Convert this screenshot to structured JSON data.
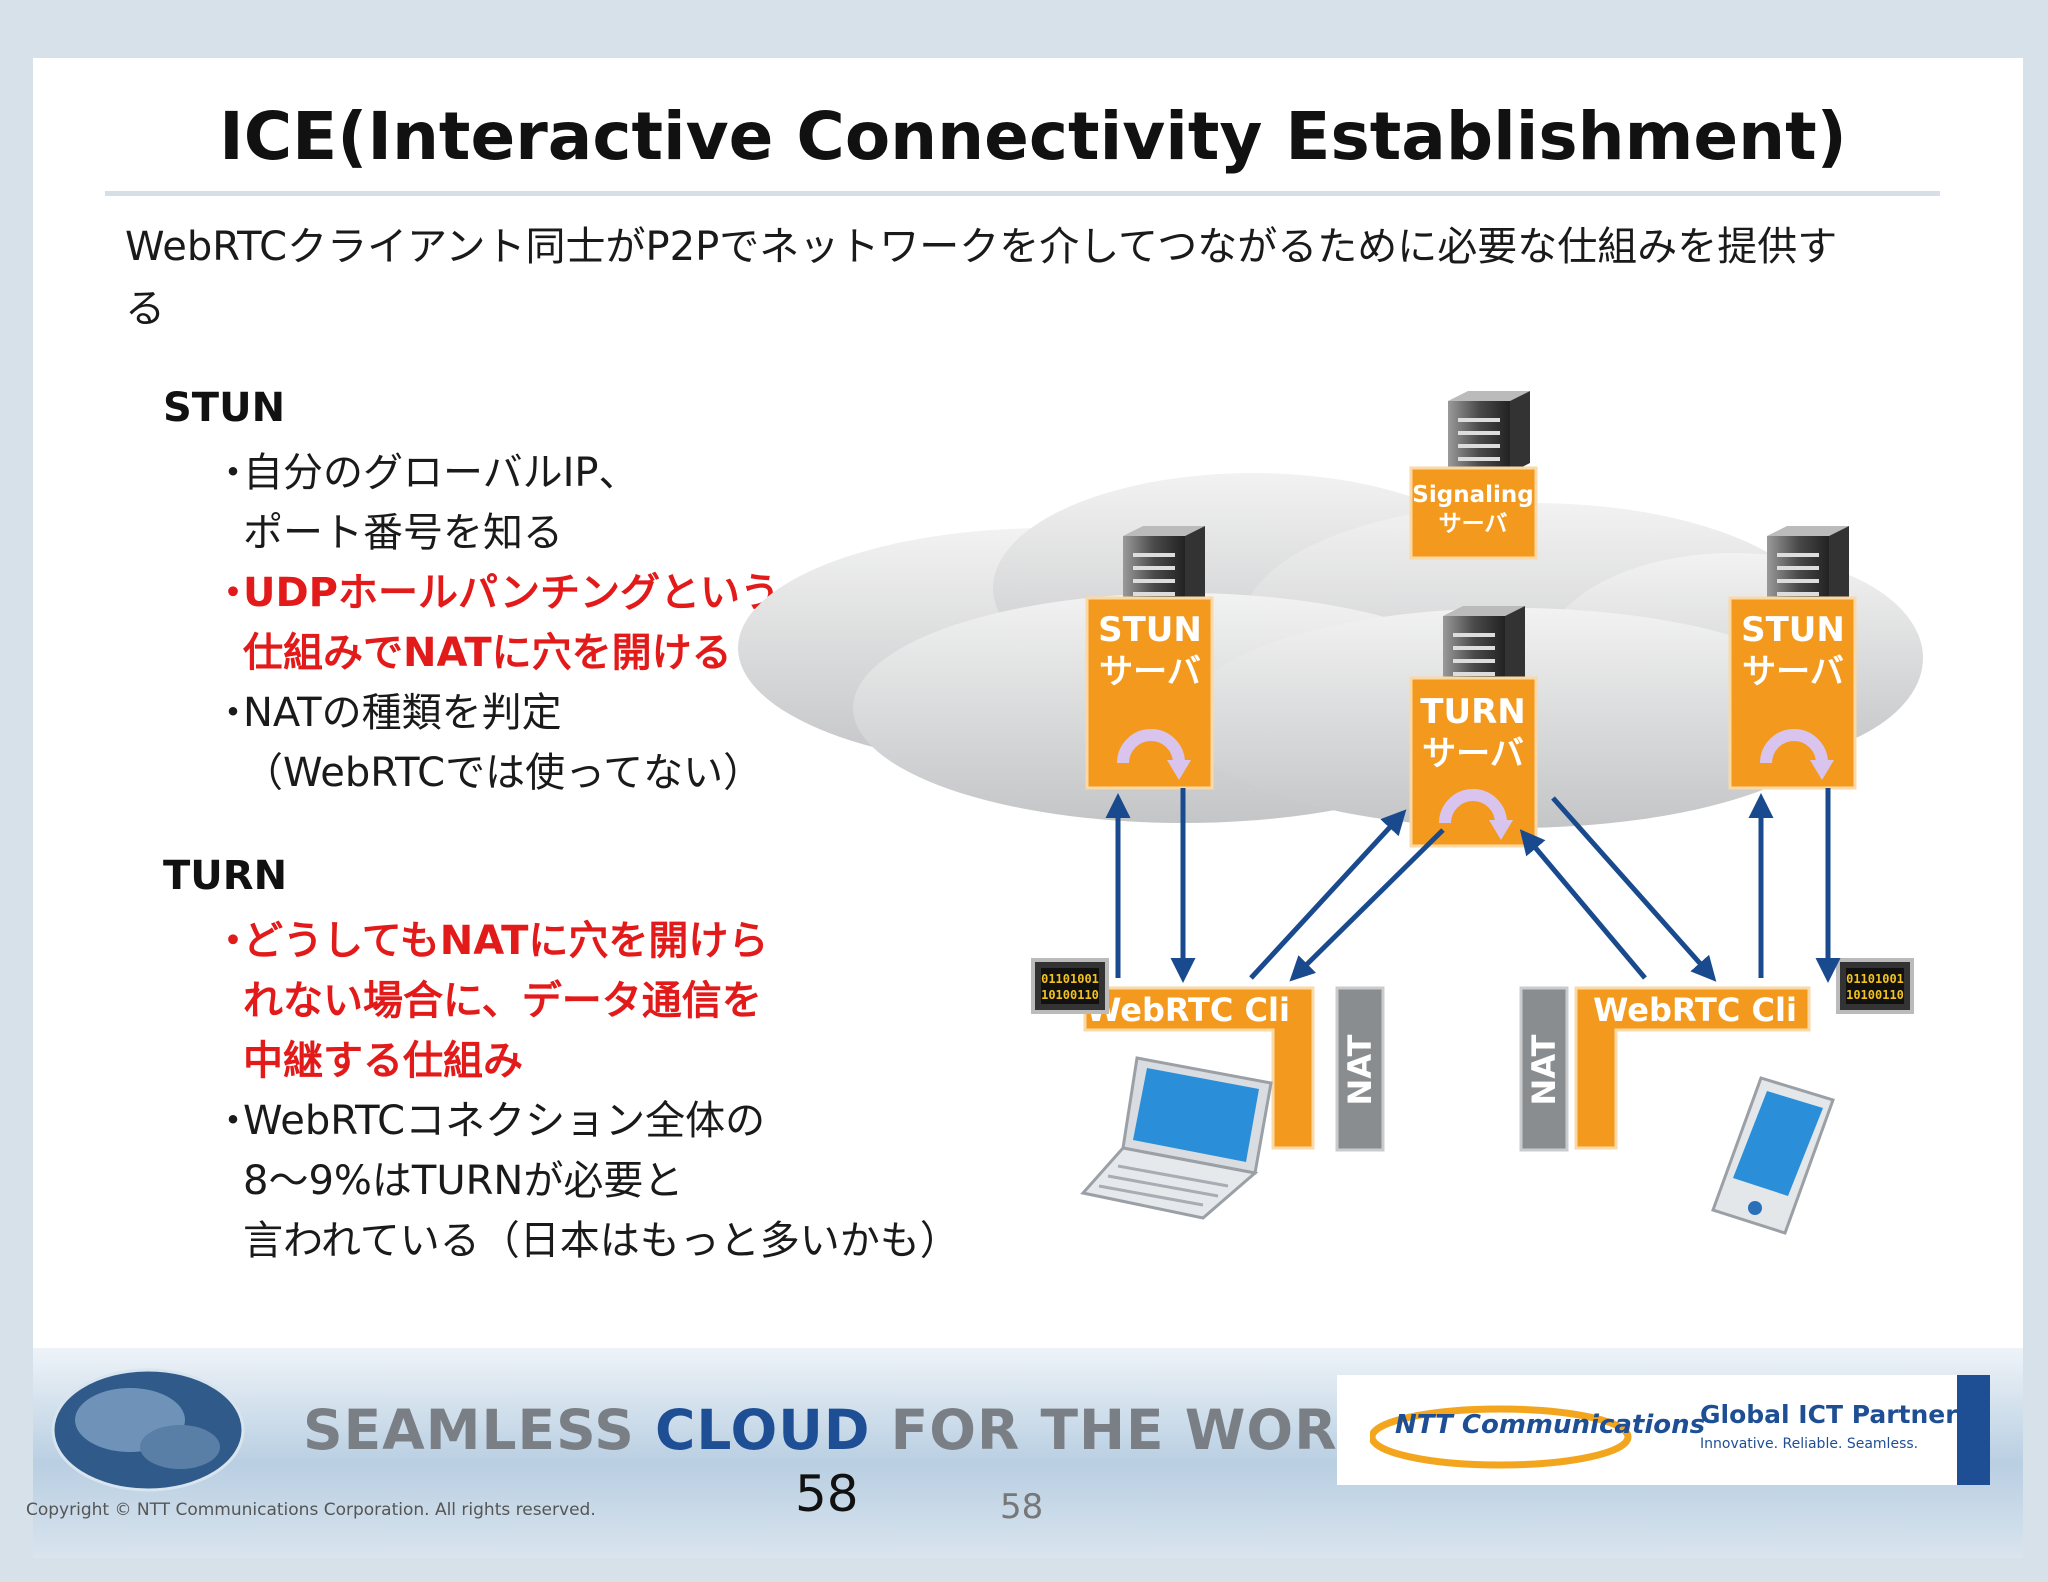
{
  "title": "ICE(Interactive Connectivity Establishment)",
  "lead": {
    "line1": "WebRTCクライアント同士がP2Pでネットワークを介してつながるために必要な仕組みを提供す",
    "line2": "る"
  },
  "stun_section": {
    "heading": "STUN",
    "bullet_marker": "・",
    "items": [
      {
        "lines": [
          "自分のグローバルIP、",
          "ポート番号を知る"
        ],
        "emphasis": false
      },
      {
        "lines": [
          "UDPホールパンチングという",
          "仕組みでNATに穴を開ける"
        ],
        "emphasis": true
      },
      {
        "lines": [
          "NATの種類を判定",
          "（WebRTCでは使ってない）"
        ],
        "emphasis": false
      }
    ]
  },
  "turn_section": {
    "heading": "TURN",
    "bullet_marker": "・",
    "items": [
      {
        "lines": [
          "どうしてもNATに穴を開けら",
          "れない場合に、データ通信を",
          "中継する仕組み"
        ],
        "emphasis": true
      },
      {
        "lines": [
          "WebRTCコネクション全体の",
          "8～9%はTURNが必要と",
          "言われている（日本はもっと多いかも）"
        ],
        "emphasis": false
      }
    ]
  },
  "diagram": {
    "signaling": {
      "line1": "Signaling",
      "line2": "サーバ"
    },
    "stun_left": {
      "line1": "STUN",
      "line2": "サーバ"
    },
    "stun_right": {
      "line1": "STUN",
      "line2": "サーバ"
    },
    "turn": {
      "line1": "TURN",
      "line2": "サーバ"
    },
    "client_left": "WebRTC Cli",
    "client_right": "WebRTC Cli",
    "nat_left": "NAT",
    "nat_right": "NAT",
    "chip_row1": "01101001",
    "chip_row2": "10100110",
    "colors": {
      "orange": "#f39a1e",
      "arrow_blue": "#1a4a8e",
      "nat_gray": "#8a8d90",
      "cloud": "#d9dadb",
      "highlight_red": "#e21a1a"
    }
  },
  "footer": {
    "tagline_part1": "SEAMLESS ",
    "tagline_highlight": "CLOUD",
    "tagline_part2": " FOR THE WORLD",
    "company": "NTT Communications",
    "partner_title": "Global ICT Partner",
    "partner_sub": "Innovative. Reliable. Seamless.",
    "copyright": "Copyright © NTT Communications Corporation. All rights reserved.",
    "page_number_large": "58",
    "page_number_small": "58"
  }
}
